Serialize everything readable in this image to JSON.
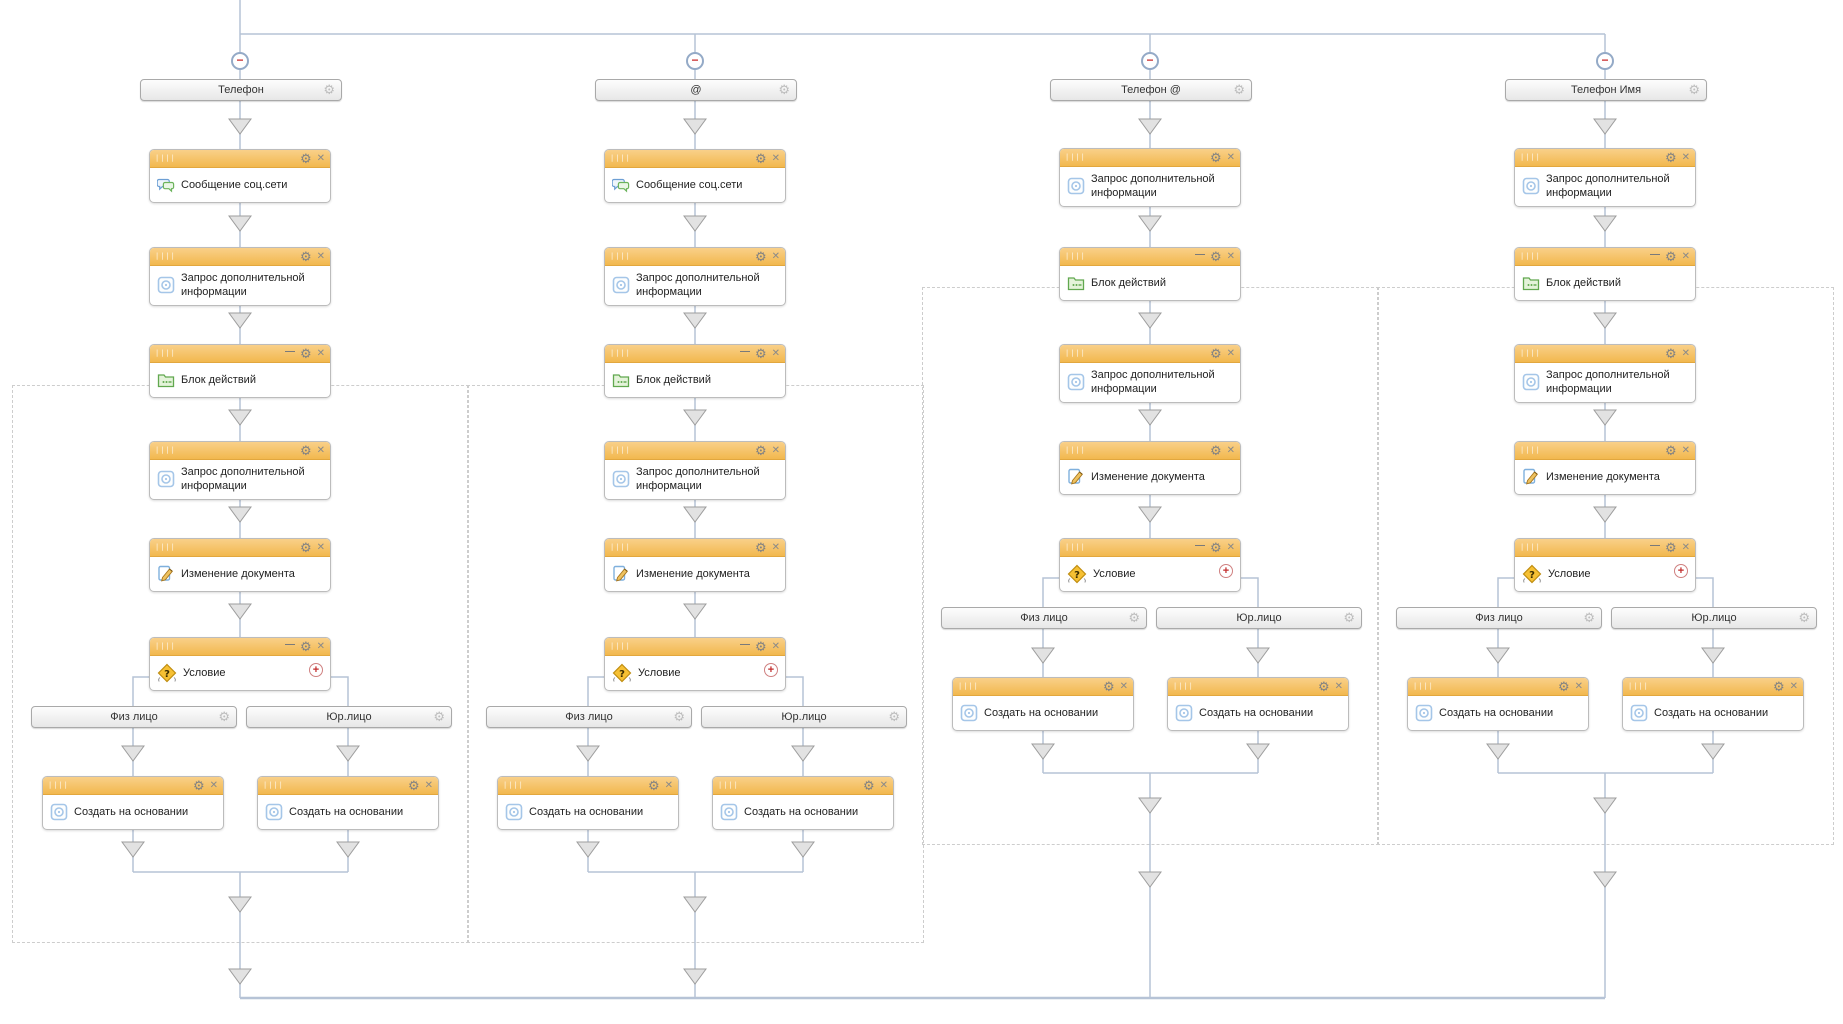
{
  "columns": [
    {
      "title": "Телефон",
      "steps": [
        "Сообщение соц.сети",
        "Запрос дополнительной информации",
        "Блок действий",
        "Запрос дополнительной информации",
        "Изменение документа",
        "Условие"
      ],
      "branches": [
        {
          "label": "Физ лицо",
          "steps": [
            "Создать на основании"
          ]
        },
        {
          "label": "Юр.лицо",
          "steps": [
            "Создать на основании"
          ]
        }
      ]
    },
    {
      "title": "@",
      "steps": [
        "Сообщение соц.сети",
        "Запрос дополнительной информации",
        "Блок действий",
        "Запрос дополнительной информации",
        "Изменение документа",
        "Условие"
      ],
      "branches": [
        {
          "label": "Физ лицо",
          "steps": [
            "Создать на основании"
          ]
        },
        {
          "label": "Юр.лицо",
          "steps": [
            "Создать на основании"
          ]
        }
      ]
    },
    {
      "title": "Телефон @",
      "steps": [
        "Запрос дополнительной информации",
        "Блок действий",
        "Запрос дополнительной информации",
        "Изменение документа",
        "Условие"
      ],
      "branches": [
        {
          "label": "Физ лицо",
          "steps": [
            "Создать на основании"
          ]
        },
        {
          "label": "Юр.лицо",
          "steps": [
            "Создать на основании"
          ]
        }
      ]
    },
    {
      "title": "Телефон Имя",
      "steps": [
        "Запрос дополнительной информации",
        "Блок действий",
        "Запрос дополнительной информации",
        "Изменение документа",
        "Условие"
      ],
      "branches": [
        {
          "label": "Физ лицо",
          "steps": [
            "Создать на основании"
          ]
        },
        {
          "label": "Юр.лицо",
          "steps": [
            "Создать на основании"
          ]
        }
      ]
    }
  ],
  "node_labels": {
    "social_message": "Сообщение соц.сети",
    "request_info": "Запрос дополнительной информации",
    "action_block": "Блок действий",
    "edit_document": "Изменение документа",
    "condition": "Условие",
    "create_based": "Создать на основании"
  },
  "branch_labels": {
    "individual": "Физ лицо",
    "legal_entity": "Юр.лицо"
  },
  "icons": {
    "grip": "||||",
    "collapse": "—",
    "settings": "⚙",
    "close": "✕",
    "collapse_branch": "−",
    "add_branch": "+"
  },
  "colors": {
    "block_header": "#F4BD52",
    "block_header_border": "#E2A73E",
    "connector": "#B6C3D6",
    "dashed_group": "#CDCDCD",
    "collapse_minus": "#CC3333",
    "add_plus": "#C22B2B"
  }
}
